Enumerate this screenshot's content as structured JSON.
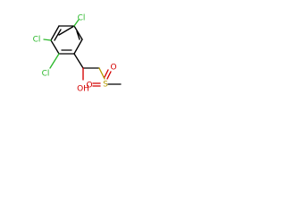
{
  "molecule": {
    "atom_labels": {
      "cl_1": "Cl",
      "cl_2": "Cl",
      "cl_3": "Cl",
      "hydroxyl": "OH",
      "sulfur": "S",
      "oxygen_1": "O",
      "oxygen_2": "O"
    },
    "colors": {
      "bond": "#000000",
      "chlorine": "#2bb82b",
      "oxygen": "#d40000",
      "sulfur": "#b89b00"
    }
  }
}
